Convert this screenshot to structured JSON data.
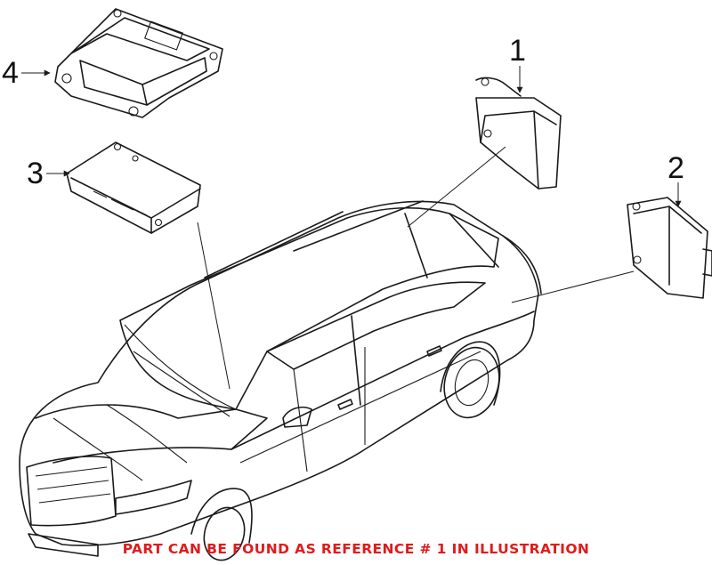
{
  "callouts": [
    {
      "ref": "1",
      "part": "module-1"
    },
    {
      "ref": "2",
      "part": "module-2"
    },
    {
      "ref": "3",
      "part": "module-3"
    },
    {
      "ref": "4",
      "part": "module-4"
    }
  ],
  "footer": {
    "notice": "PART CAN BE FOUND AS REFERENCE # 1 IN ILLUSTRATION",
    "notice_color": "#e11b1b"
  }
}
